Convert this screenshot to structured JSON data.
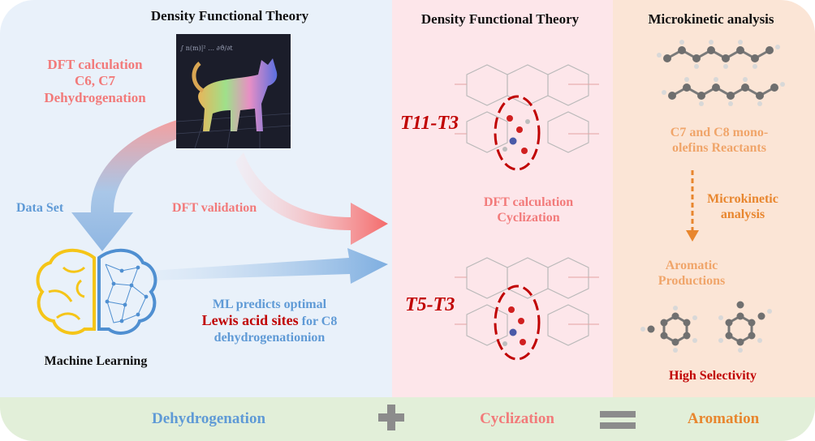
{
  "colors": {
    "blue_panel": "#e9f1fa",
    "pink_panel": "#fde6ea",
    "orange_panel": "#fbe5d6",
    "green_band": "#e2efd9",
    "accent_red": "#c00000"
  },
  "left": {
    "title": "Density Functional Theory",
    "dft_calc": [
      "DFT calculation",
      "C6, C7",
      "Dehydrogenation"
    ],
    "data_set": "Data Set",
    "dft_validation": "DFT validation",
    "ml_caption": "Machine Learning",
    "ml_predicts_line1": "ML predicts optimal",
    "ml_predicts_lewis": "Lewis acid sites",
    "ml_predicts_for": " for C8",
    "ml_predicts_line3": "dehydrogenationion"
  },
  "middle": {
    "title": "Density Functional Theory",
    "site1": "T11-T3",
    "site2": "T5-T3",
    "cyclization_calc": [
      "DFT calculation",
      "Cyclization"
    ]
  },
  "right": {
    "title": "Microkinetic analysis",
    "reactants": [
      "C7 and C8 mono-",
      "olefins Reactants"
    ],
    "microkinetic": [
      "Microkinetic",
      "analysis"
    ],
    "aromatic": [
      "Aromatic",
      "Productions"
    ],
    "selectivity": "High Selectivity"
  },
  "bottom": {
    "dehydrogenation": "Dehydrogenation",
    "plus": "+",
    "cyclization": "Cyclization",
    "equals": "=",
    "aromation": "Aromation"
  }
}
